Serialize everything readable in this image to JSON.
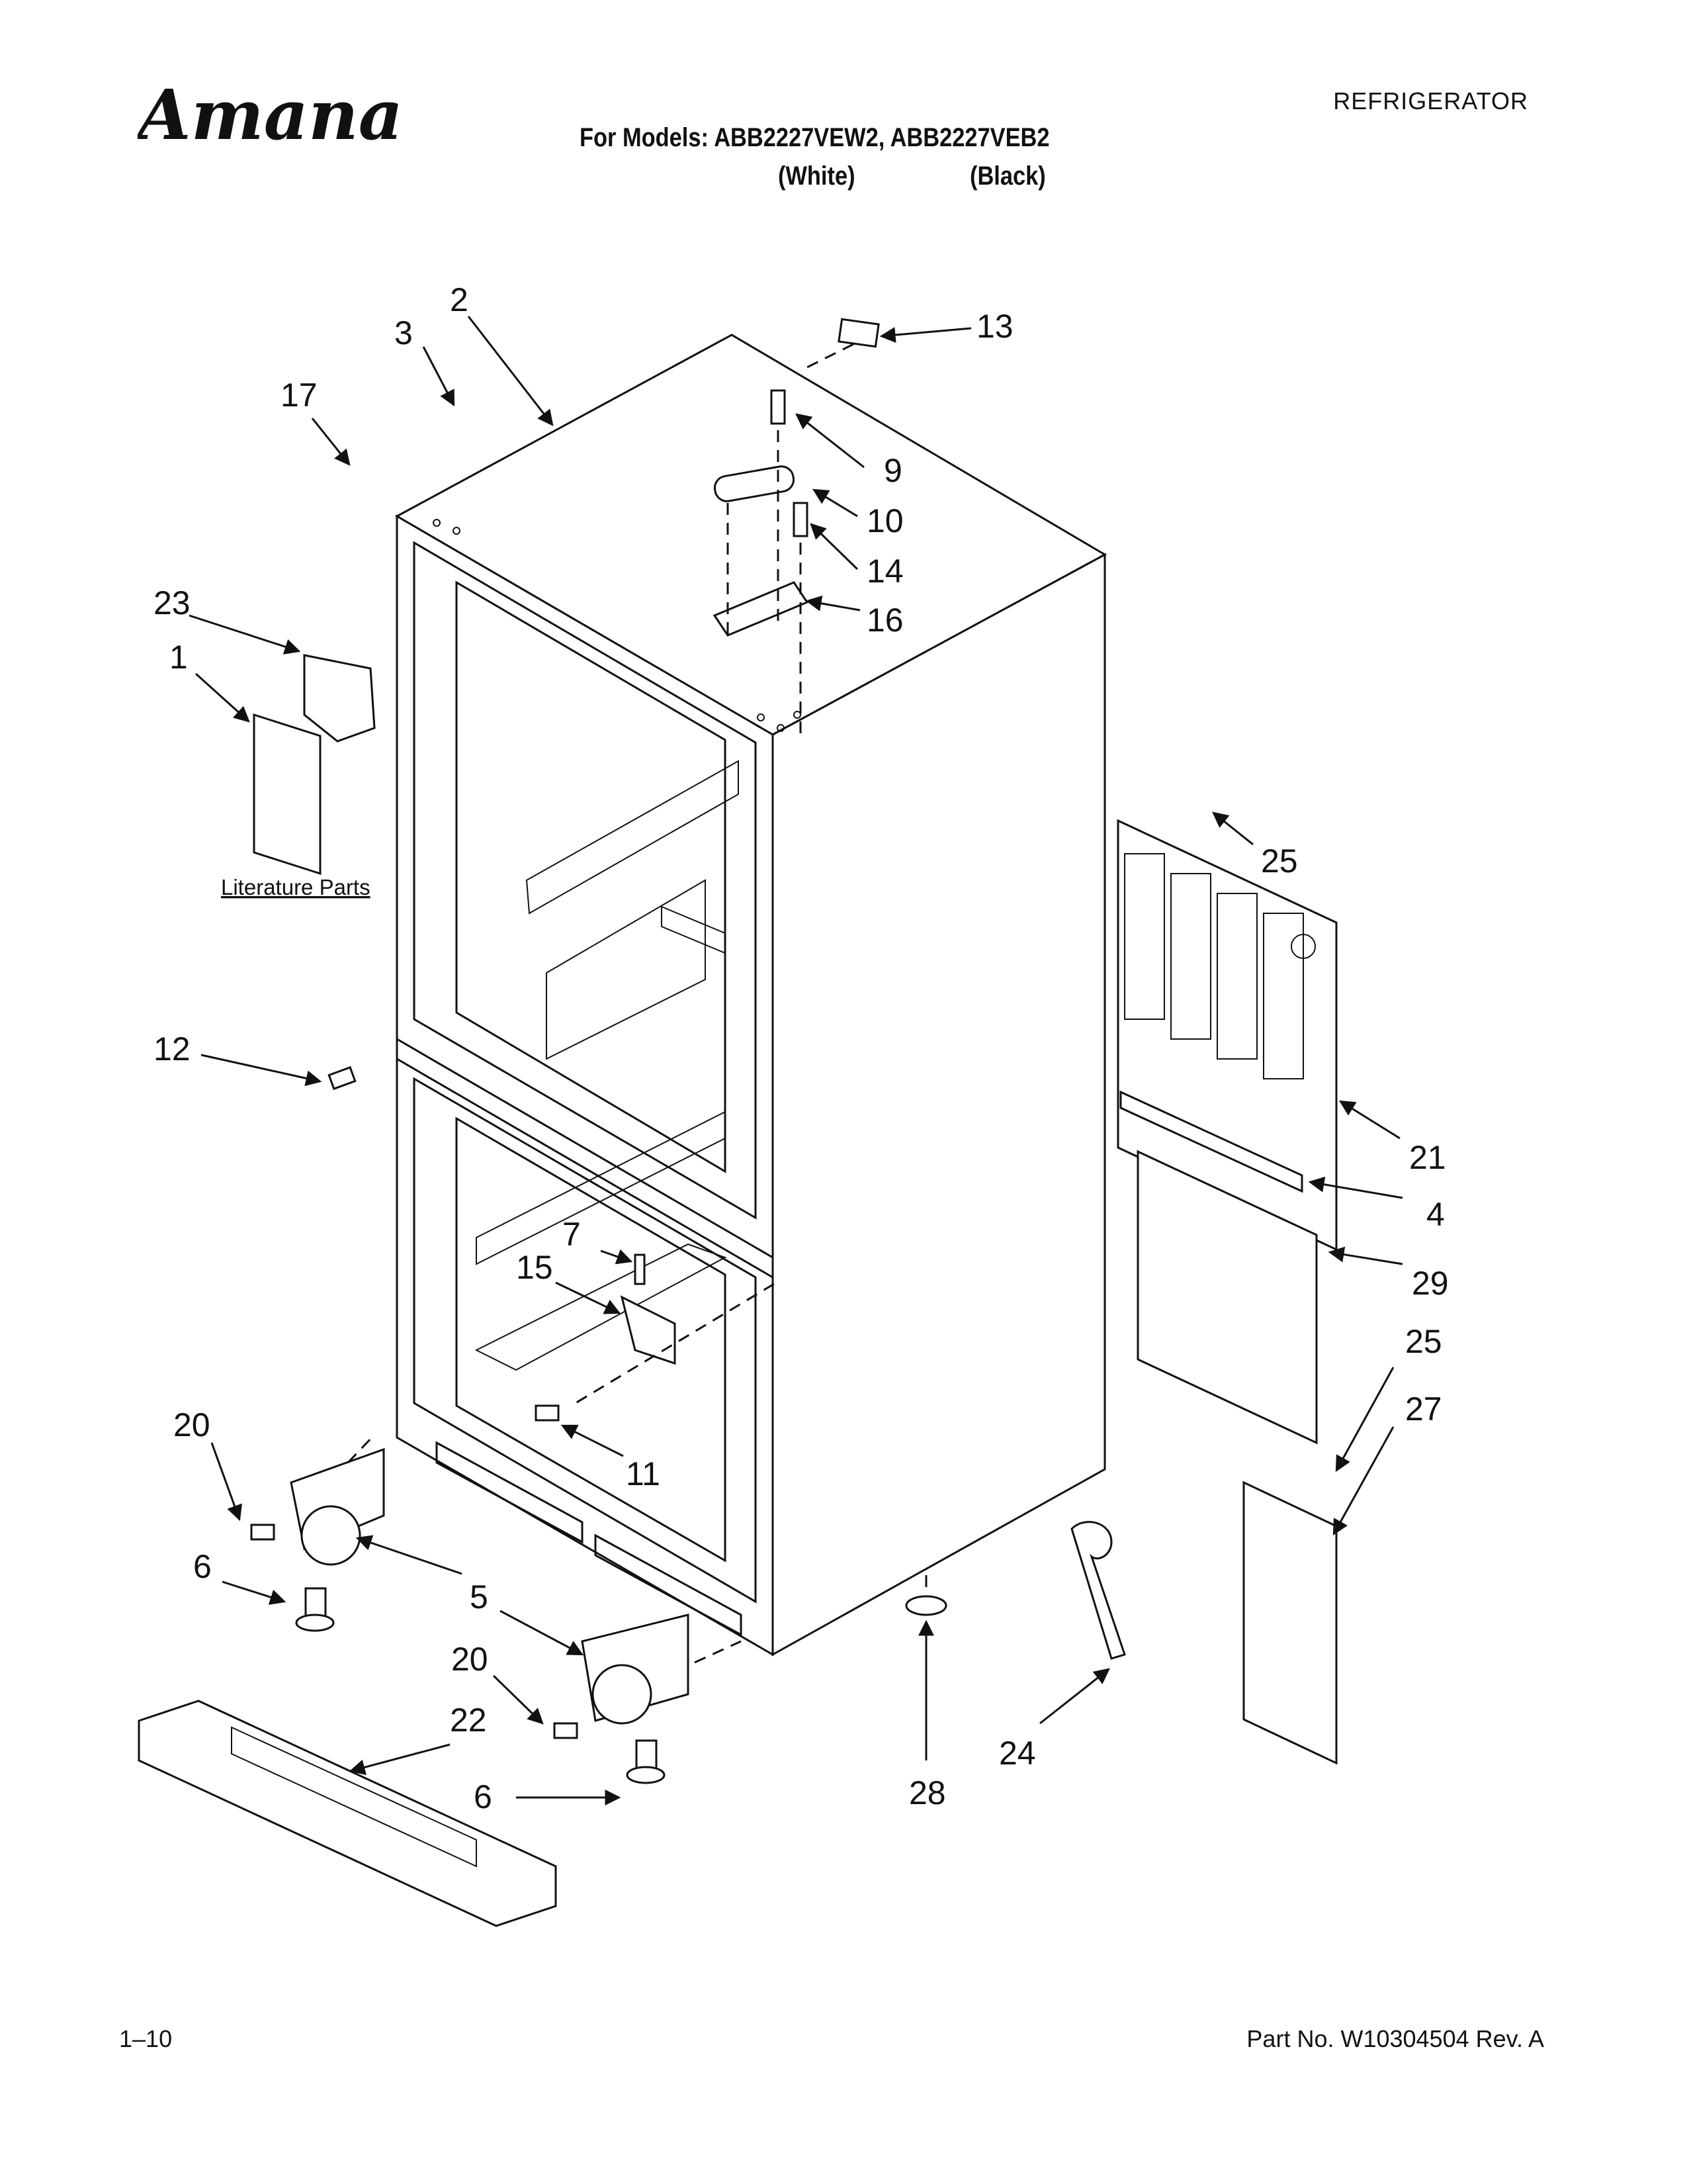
{
  "header": {
    "brand": "Amana",
    "category": "REFRIGERATOR",
    "models_line": "For Models: ABB2227VEW2, ABB2227VEB2",
    "variant_white": "(White)",
    "variant_black": "(Black)"
  },
  "literature_label": "Literature Parts",
  "callouts": {
    "c1": "1",
    "c2": "2",
    "c3": "3",
    "c4": "4",
    "c5": "5",
    "c6a": "6",
    "c6b": "6",
    "c7": "7",
    "c9": "9",
    "c10": "10",
    "c11": "11",
    "c12": "12",
    "c13": "13",
    "c14": "14",
    "c15": "15",
    "c16": "16",
    "c17": "17",
    "c20a": "20",
    "c20b": "20",
    "c21": "21",
    "c22": "22",
    "c23": "23",
    "c24": "24",
    "c25a": "25",
    "c25b": "25",
    "c27": "27",
    "c28": "28",
    "c29": "29"
  },
  "footer": {
    "page_number": "1–10",
    "part_number": "Part No. W10304504 Rev. A"
  }
}
